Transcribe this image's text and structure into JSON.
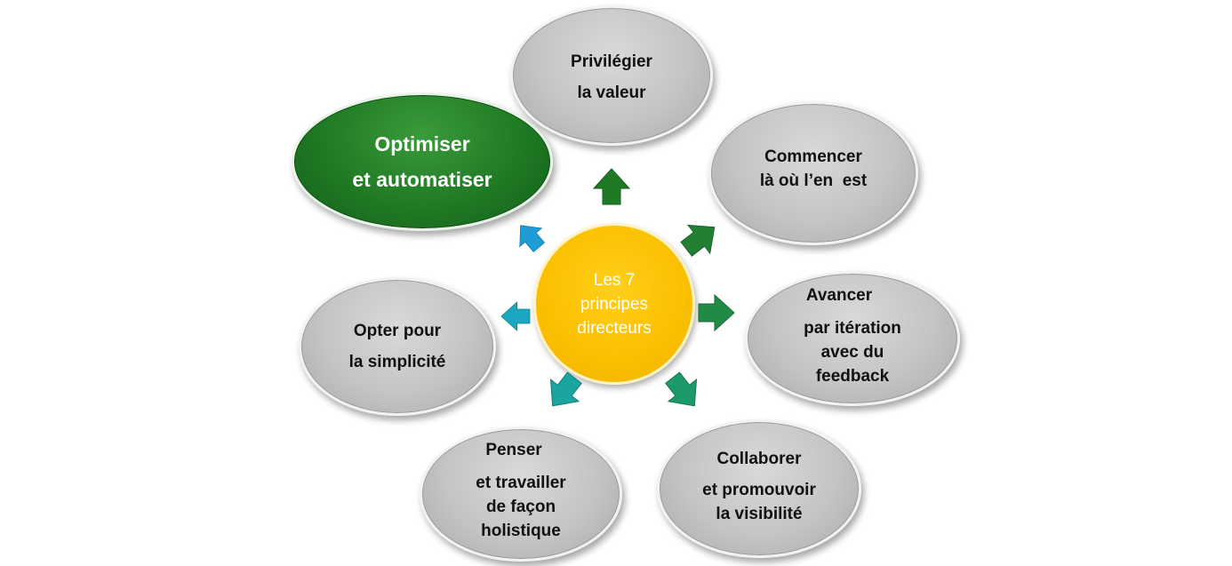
{
  "center": {
    "lines": [
      "Les 7",
      "principes",
      "directeurs"
    ]
  },
  "principles": [
    {
      "lines": [
        "Privilégier",
        "la valeur"
      ]
    },
    {
      "lines": [
        "Commencer",
        "là où l’en  est"
      ]
    },
    {
      "lines": [
        "Avancer",
        "par itération",
        "avec du",
        "feedback"
      ]
    },
    {
      "lines": [
        "Collaborer",
        "et promouvoir",
        "la visibilité"
      ]
    },
    {
      "lines": [
        "Penser",
        "et travailler",
        "de façon",
        "holistique"
      ]
    },
    {
      "lines": [
        "Opter pour",
        "la simplicité"
      ]
    },
    {
      "lines": [
        "Optimiser",
        "et automatiser"
      ]
    }
  ],
  "colors": {
    "center": "#fbbf00",
    "bubble_gray": "#c4c4c4",
    "highlight_green": "#1f7a24",
    "arrows": [
      "#1f7a24",
      "#238032",
      "#218a45",
      "#1c9a6a",
      "#1ba5a0",
      "#1aa7c2",
      "#1e9cd6"
    ]
  }
}
